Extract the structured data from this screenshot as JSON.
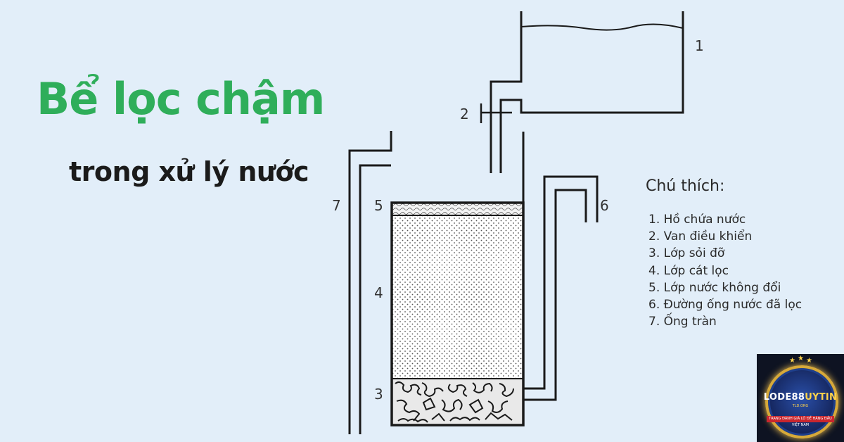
{
  "title": "Bể lọc chậm",
  "subtitle": "trong xử lý nước",
  "diagram": {
    "labels": {
      "n1": "1",
      "n2": "2",
      "n3": "3",
      "n4": "4",
      "n5": "5",
      "n6": "6",
      "n7": "7"
    }
  },
  "legend": {
    "title": "Chú thích:",
    "items": [
      "1. Hồ chứa nước",
      "2. Van điều khiển",
      "3. Lớp sỏi đỡ",
      "4. Lớp cát lọc",
      "5. Lớp nước không đổi",
      "6. Đường ống nước đã lọc",
      "7. Ống tràn"
    ]
  },
  "logo": {
    "brand_main": "LODE88",
    "brand_accent": "UYTIN",
    "tagline": "TLD.ORG",
    "ribbon": "TRANG ĐÁNH GIÁ LÔ ĐỀ HÀNG ĐẦU VIỆT NAM"
  },
  "colors": {
    "background": "#e2eef9",
    "title_green": "#2fae5a",
    "line": "#1a1a1a"
  }
}
